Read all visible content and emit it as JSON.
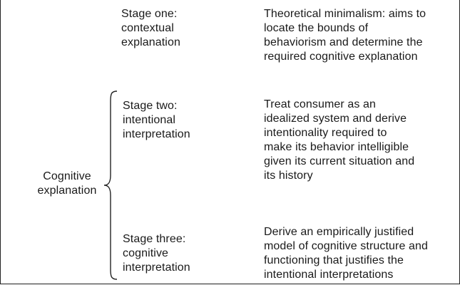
{
  "left_label": "Cognitive\nexplanation",
  "stages": [
    {
      "label": "Stage one:\ncontextual\nexplanation",
      "description": "Theoretical minimalism: aims to\nlocate the bounds of\nbehaviorism and determine the\nrequired cognitive explanation"
    },
    {
      "label": "Stage two:\nintentional\ninterpretation",
      "description": "Treat consumer as an\nidealized system and derive\nintentionality required to\nmake its behavior intelligible\ngiven its current situation and\nits history"
    },
    {
      "label": "Stage three:\ncognitive\ninterpretation",
      "description": "Derive an empirically justified\nmodel of cognitive structure and\nfunctioning that justifies the\nintentional interpretations"
    }
  ]
}
